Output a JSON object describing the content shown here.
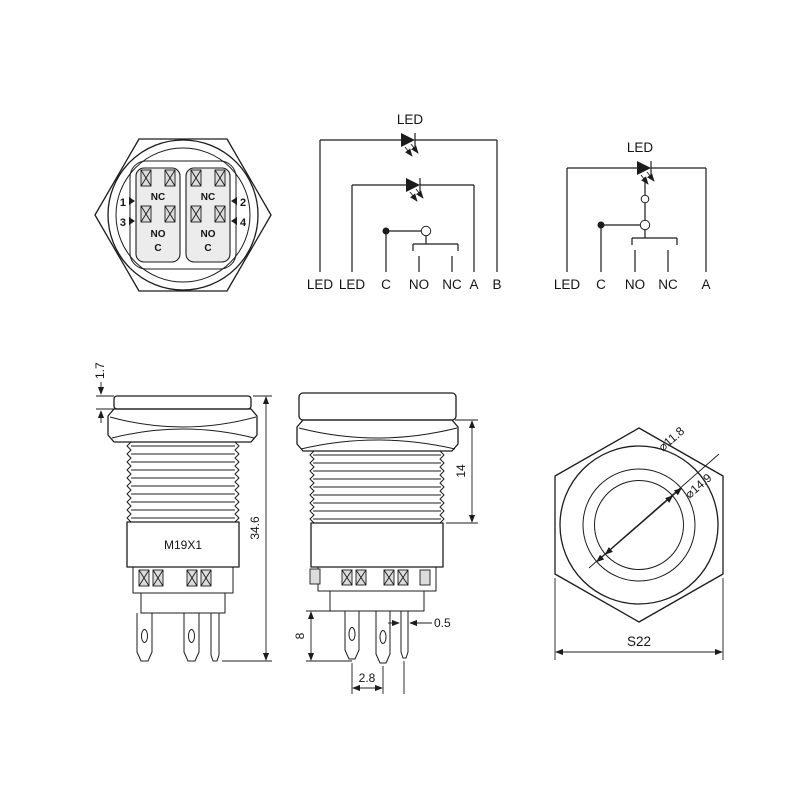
{
  "drawing": {
    "back_view": {
      "pin_1": "1",
      "pin_2": "2",
      "pin_3": "3",
      "pin_4": "4",
      "block_left": {
        "top": "NC",
        "mid": "NO",
        "bottom": "C"
      },
      "block_right": {
        "top": "NC",
        "mid": "NO",
        "bottom": "C"
      }
    },
    "circuit_dual": {
      "led_label": "LED",
      "terminals": [
        "LED",
        "LED",
        "C",
        "NO",
        "NC",
        "A",
        "B"
      ]
    },
    "circuit_single": {
      "led_label": "LED",
      "terminals": [
        "LED",
        "C",
        "NO",
        "NC",
        "A"
      ]
    },
    "side_left": {
      "cap_height": "1.7",
      "thread_spec": "M19X1",
      "total_height": "34.6"
    },
    "side_mid": {
      "thread_length": "14",
      "pin_length": "8",
      "pin_thickness": "0.5",
      "pin_spacing": "2.8"
    },
    "front_view": {
      "diameter_inner": "⌀11.8",
      "diameter_outer": "⌀14.9",
      "hex_width": "S22"
    },
    "colors": {
      "line": "#1c1c1c",
      "background": "#ffffff"
    }
  }
}
